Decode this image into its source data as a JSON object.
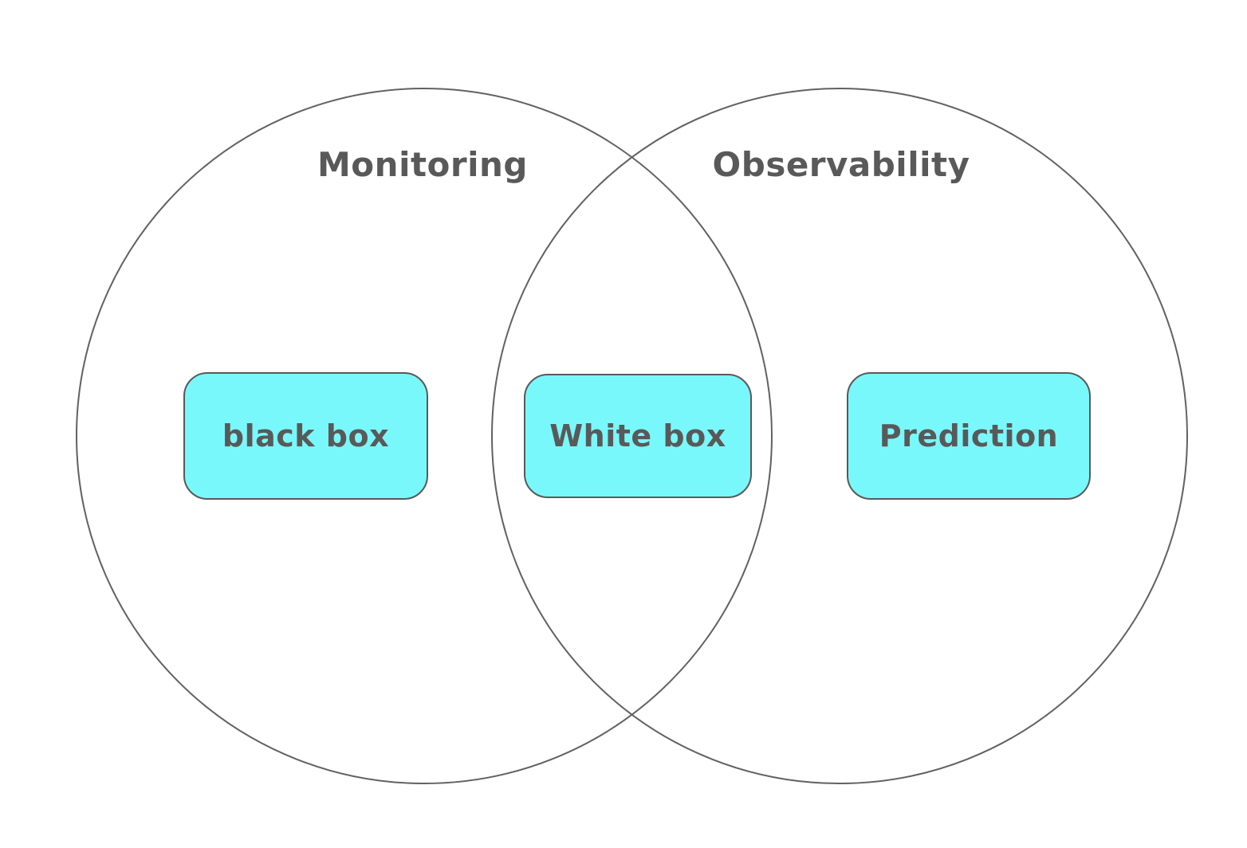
{
  "diagram": {
    "type": "venn",
    "sets": [
      {
        "label": "Monitoring"
      },
      {
        "label": "Observability"
      }
    ],
    "nodes": [
      {
        "label": "black box",
        "region": "monitoring-only"
      },
      {
        "label": "White box",
        "region": "intersection"
      },
      {
        "label": "Prediction",
        "region": "observability-only"
      }
    ],
    "colors": {
      "bg": "#ffffff",
      "circle-stroke": "#616161",
      "node-fill": "#79f8fc",
      "node-border": "#595959",
      "text": "#595959"
    }
  }
}
